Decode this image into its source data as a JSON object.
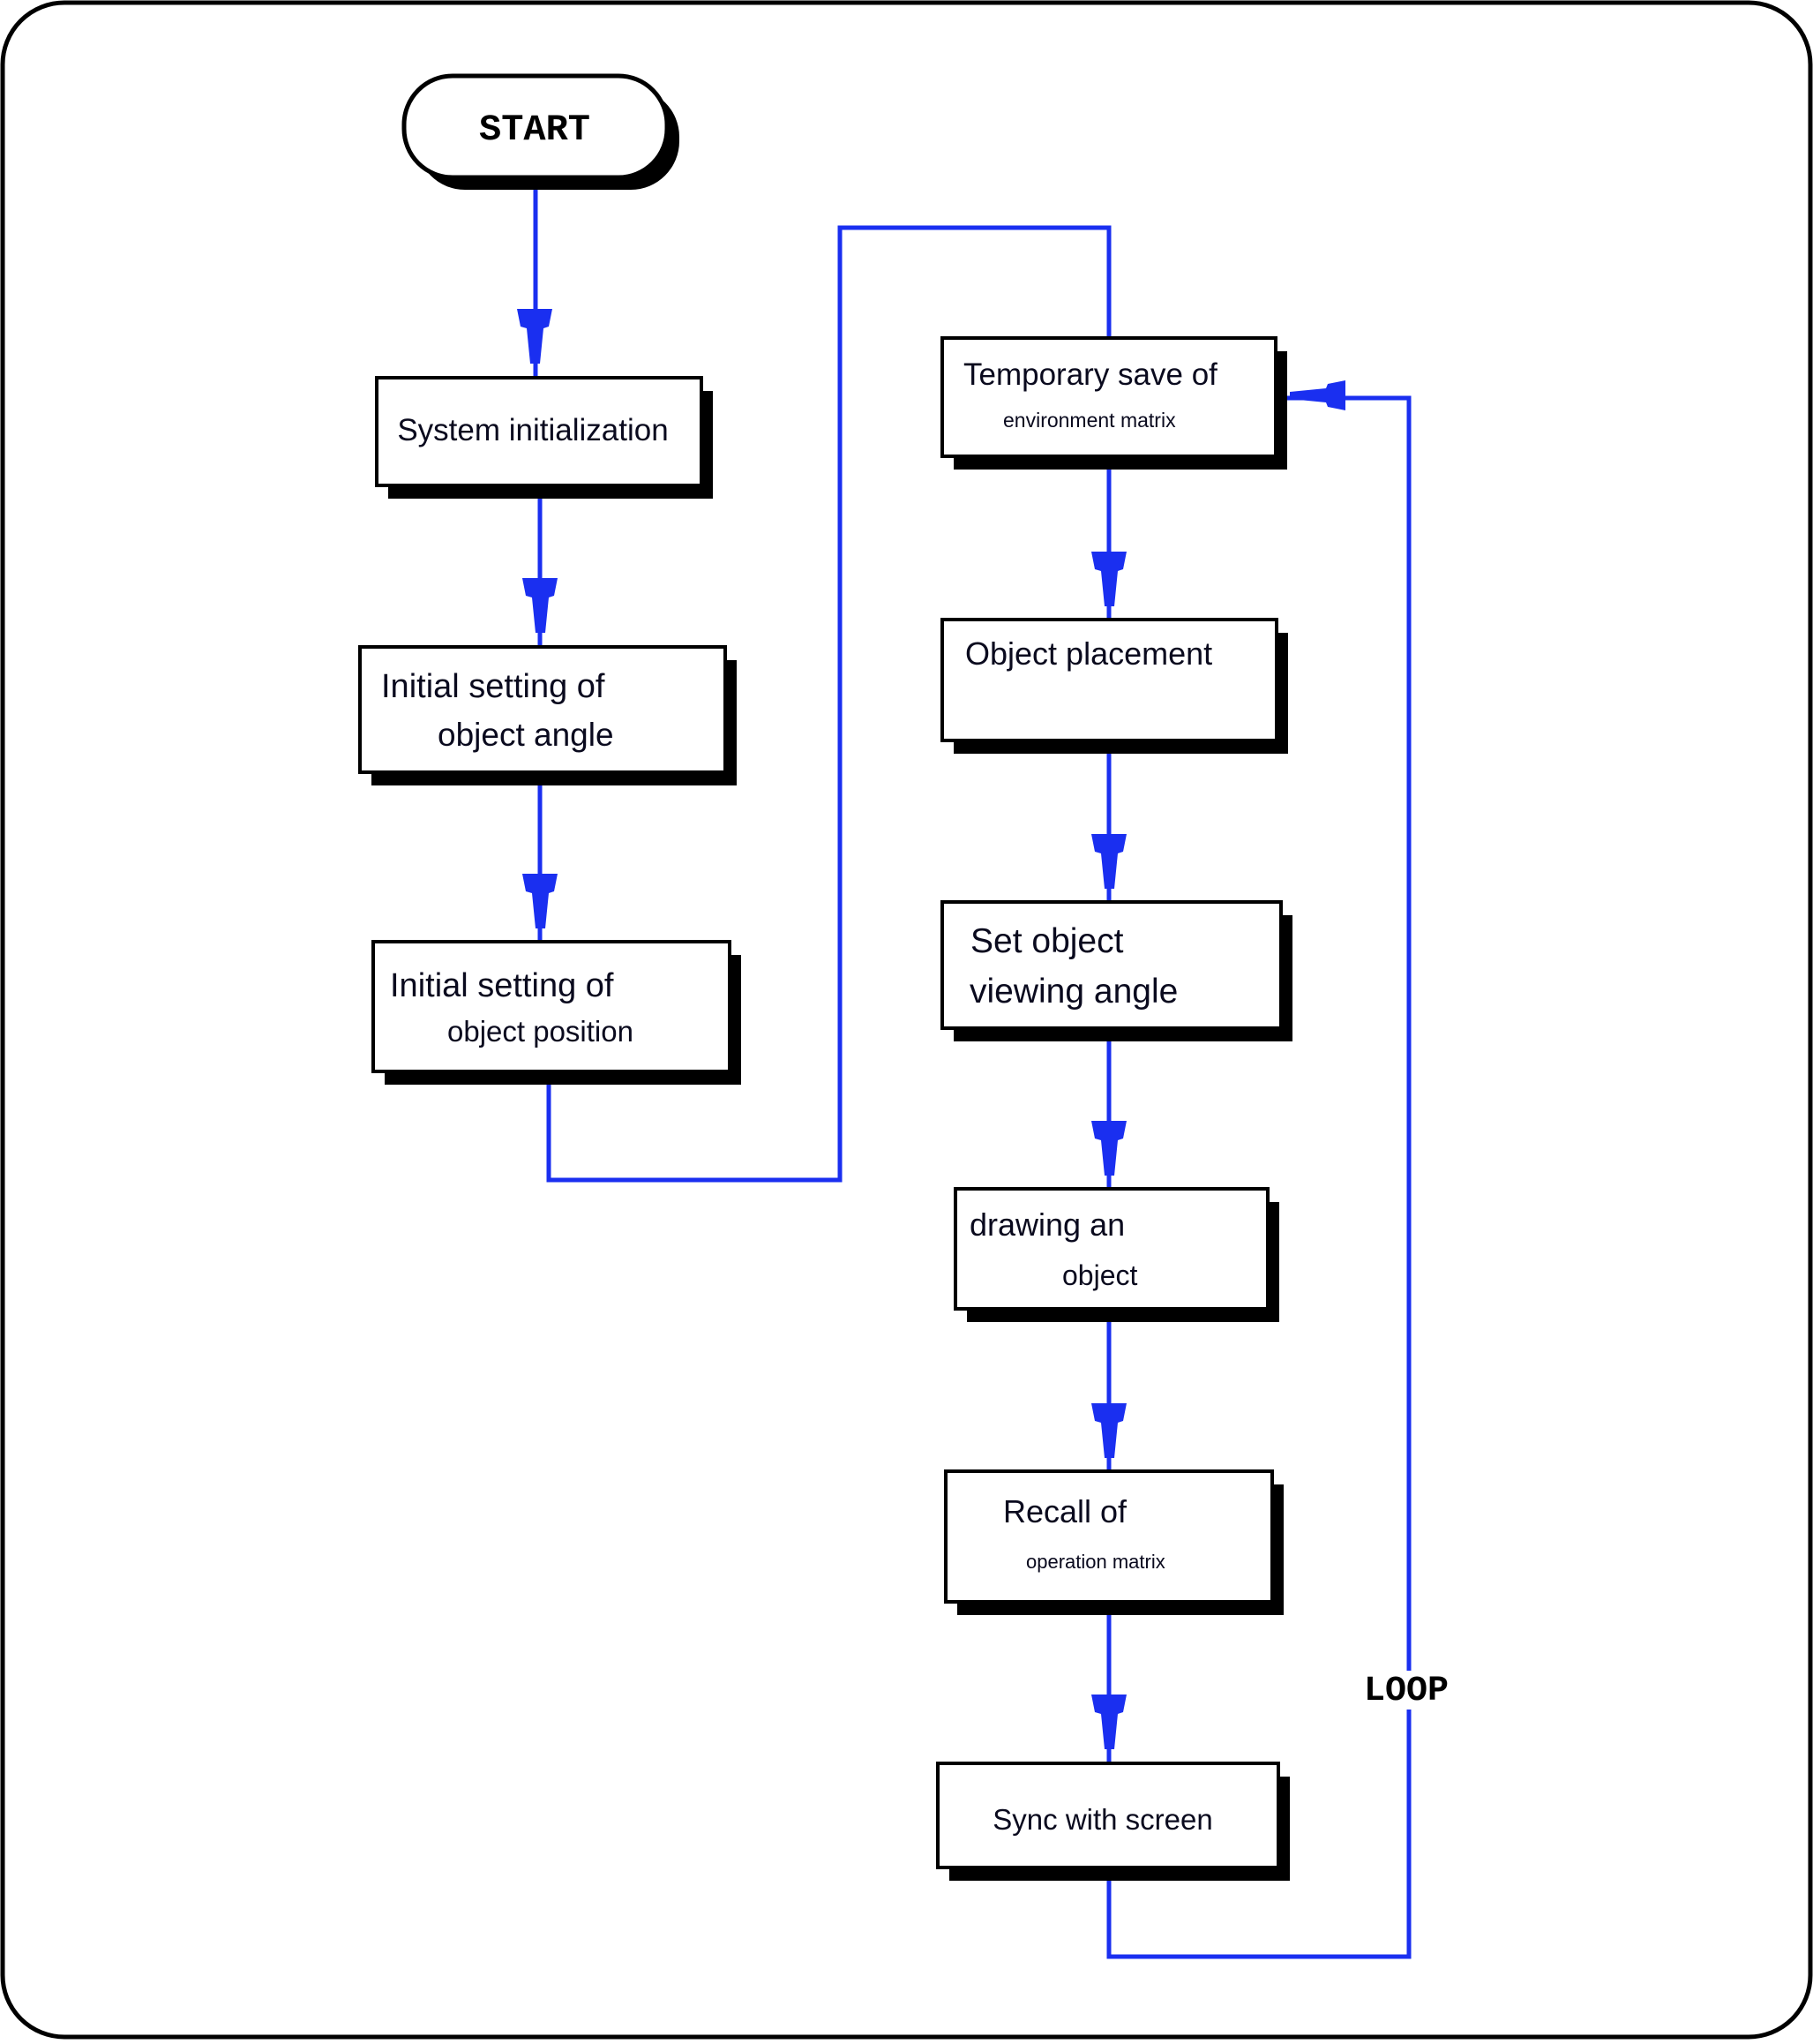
{
  "diagram": {
    "start_label": "START",
    "loop_label": "LOOP",
    "colors": {
      "connector": "#1a2ff0",
      "box_border": "#000000",
      "box_shadow": "#000000",
      "text": "#0a0a1e",
      "background": "#ffffff"
    },
    "steps": [
      {
        "id": "system-initialization",
        "line1": "System initialization",
        "line2": ""
      },
      {
        "id": "initial-setting-angle",
        "line1": "Initial setting of",
        "line2": "object angle"
      },
      {
        "id": "initial-setting-position",
        "line1": "Initial setting of",
        "line2": "object position"
      },
      {
        "id": "temporary-save",
        "line1": "Temporary save of",
        "line2": "environment matrix"
      },
      {
        "id": "object-placement",
        "line1": "Object placement",
        "line2": ""
      },
      {
        "id": "set-viewing-angle",
        "line1": "Set object",
        "line2": "viewing angle"
      },
      {
        "id": "drawing-object",
        "line1": "drawing an",
        "line2": "object"
      },
      {
        "id": "recall-operation",
        "line1": "Recall of",
        "line2": "operation matrix"
      },
      {
        "id": "sync-screen",
        "line1": "Sync with screen",
        "line2": ""
      }
    ]
  }
}
